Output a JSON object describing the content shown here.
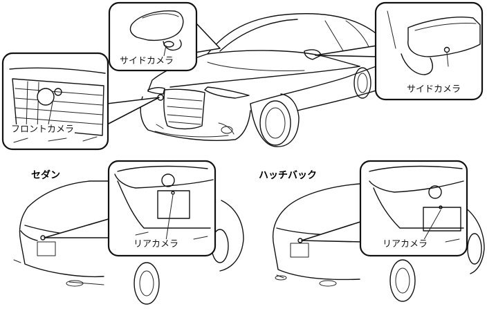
{
  "headings": {
    "sedan": "セダン",
    "hatchback": "ハッチバック"
  },
  "callouts": {
    "side_camera_left": "サイドカメラ",
    "side_camera_right": "サイドカメラ",
    "front_camera": "フロントカメラ",
    "rear_camera_sedan": "リアカメラ",
    "rear_camera_hatchback": "リアカメラ"
  }
}
